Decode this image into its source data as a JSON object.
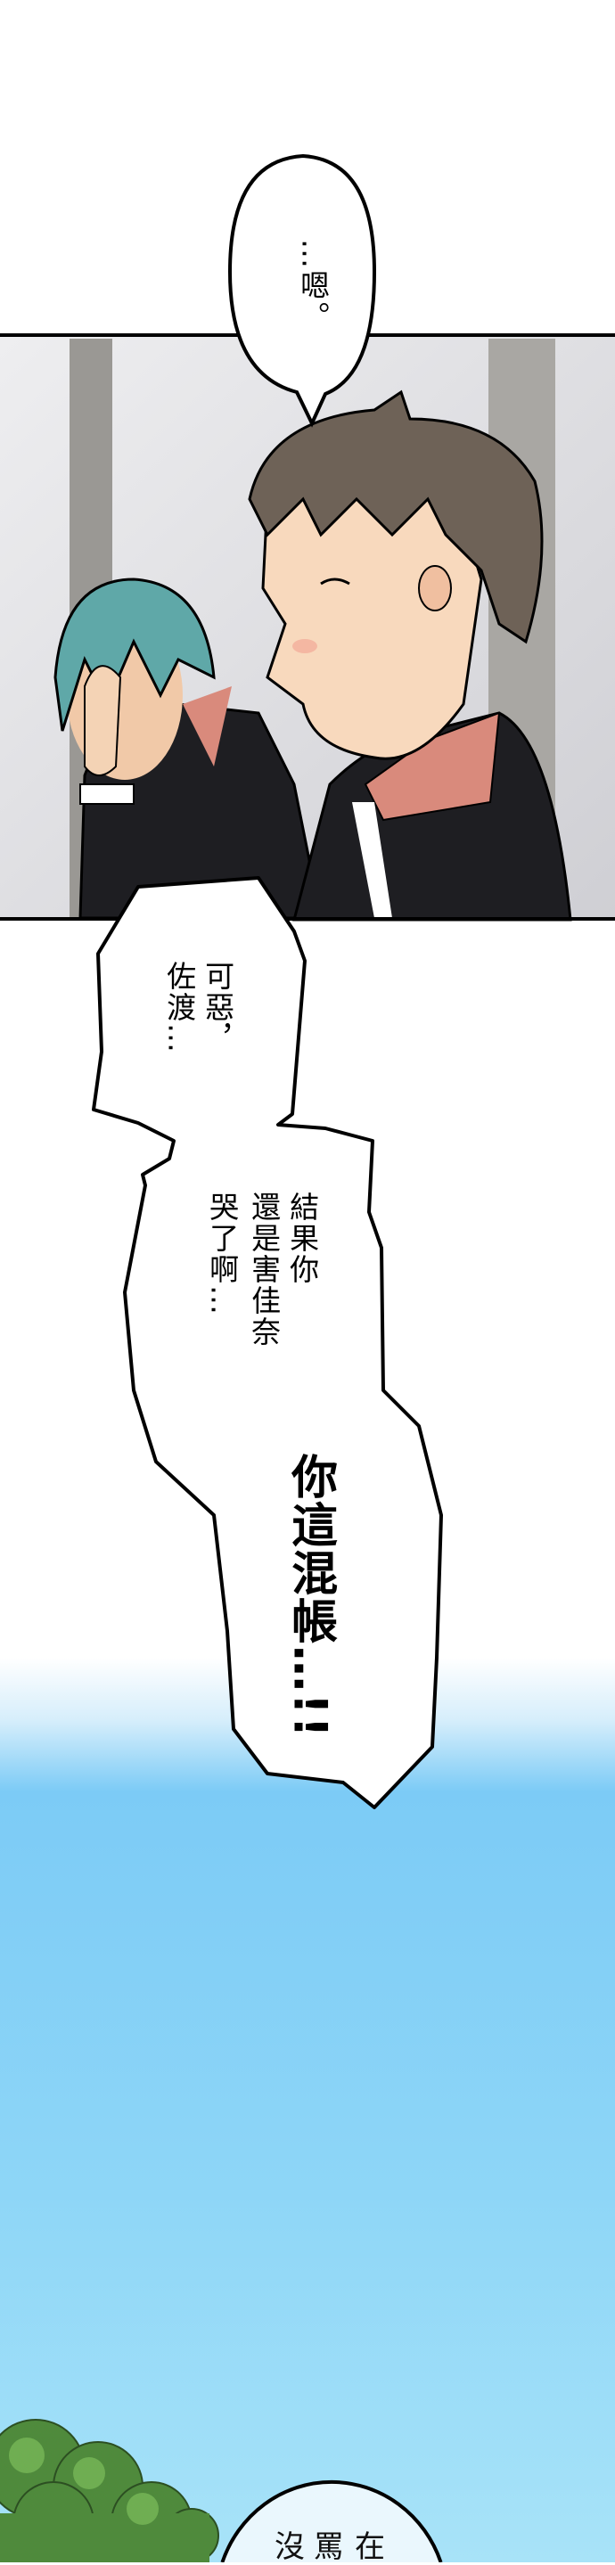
{
  "comic": {
    "panel1": {
      "bubble": "…嗯。"
    },
    "shout_bubble": {
      "lines": [
        "可惡，",
        "佐渡…",
        "結果你",
        "還是害佳奈",
        "哭了啊…"
      ],
      "shout": "你這混帳…!!"
    },
    "panel2": {
      "bubble_partial": [
        "在",
        "罵",
        "沒"
      ]
    },
    "colors": {
      "sky_top": "#7ccbf6",
      "sky_bottom": "#a8e3f8",
      "tree": "#4f8a3c",
      "wall": "#e2e2e6",
      "suit": "#1e1e22",
      "shirt": "#d98a7c"
    }
  }
}
